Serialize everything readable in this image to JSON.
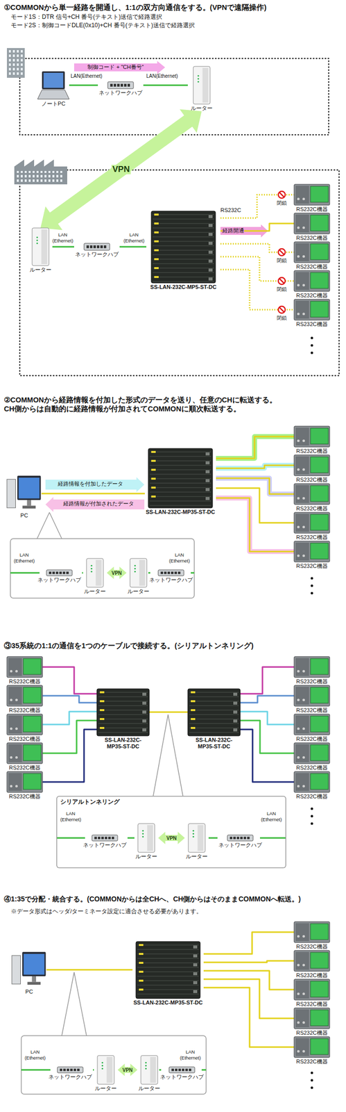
{
  "diagram": {
    "nodes": [
      {
        "text": [
          "ノートPC"
        ]
      },
      {
        "text": [
          "ネットワークハブ"
        ]
      },
      {
        "text": [
          "ルーター"
        ]
      },
      {
        "text": [
          "ルーター"
        ]
      },
      {
        "text": [
          "ネットワークハブ"
        ]
      },
      {
        "text": [
          "SS-LAN-232C-MP5-ST-DC"
        ]
      },
      {
        "text": [
          "RS232C機器"
        ]
      },
      {
        "text": [
          "RS232C機器"
        ]
      },
      {
        "text": [
          "RS232C機器"
        ]
      },
      {
        "text": [
          "RS232C機器"
        ]
      },
      {
        "text": [
          "RS232C機器"
        ]
      },
      {
        "text": [
          "PC"
        ]
      },
      {
        "text": [
          "SS-LAN-232C-MP35-ST-DC"
        ]
      },
      {
        "text": [
          "RS232C機器"
        ]
      },
      {
        "text": [
          "RS232C機器"
        ]
      },
      {
        "text": [
          "RS232C機器"
        ]
      },
      {
        "text": [
          "RS232C機器"
        ]
      },
      {
        "text": [
          "RS232C機器"
        ]
      },
      {
        "text": [
          "ネットワークハブ"
        ]
      },
      {
        "text": [
          "ルーター"
        ]
      },
      {
        "text": [
          "ルーター"
        ]
      },
      {
        "text": [
          "ネットワークハブ"
        ]
      },
      {
        "text": [
          "RS232C機器"
        ]
      },
      {
        "text": [
          "RS232C機器"
        ]
      },
      {
        "text": [
          "RS232C機器"
        ]
      },
      {
        "text": [
          "RS232C機器"
        ]
      },
      {
        "text": [
          "RS232C機器"
        ]
      },
      {
        "text": [
          "SS-LAN-232C- MP35-ST-DC"
        ]
      },
      {
        "text": [
          "SS-LAN-232C- MP35-ST-DC"
        ]
      },
      {
        "text": [
          "RS232C機器"
        ]
      },
      {
        "text": [
          "RS232C機器"
        ]
      },
      {
        "text": [
          "RS232C機器"
        ]
      },
      {
        "text": [
          "RS232C機器"
        ]
      },
      {
        "text": [
          "RS232C機器"
        ]
      },
      {
        "text": [
          "シリアルトンネリング"
        ]
      },
      {
        "text": [
          "ネットワークハブ"
        ],
        "in": 34
      },
      {
        "text": [
          "ルーター"
        ],
        "in": 34
      },
      {
        "text": [
          "ルーター"
        ],
        "in": 34
      },
      {
        "text": [
          "ネットワークハブ"
        ],
        "in": 34
      },
      {
        "text": [
          "PC"
        ]
      },
      {
        "text": [
          "SS-LAN-232C-MP35-ST-DC"
        ]
      },
      {
        "text": [
          "RS232C機器"
        ]
      },
      {
        "text": [
          "RS232C機器"
        ]
      },
      {
        "text": [
          "RS232C機器"
        ]
      },
      {
        "text": [
          "RS232C機器"
        ]
      },
      {
        "text": [
          "RS232C機器"
        ]
      },
      {
        "text": [
          "ネットワークハブ"
        ]
      },
      {
        "text": [
          "ルーター"
        ]
      },
      {
        "text": [
          "ルーター"
        ]
      },
      {
        "text": [
          "ネットワークハブ"
        ]
      }
    ],
    "edges": [
      {
        "from": 0,
        "to": 1,
        "arrow": "none"
      },
      {
        "from": 1,
        "to": 2,
        "arrow": "none"
      },
      {
        "from": 2,
        "to": 3,
        "label": "VPN",
        "arrow": "both"
      },
      {
        "from": 3,
        "to": 4,
        "arrow": "none"
      },
      {
        "from": 4,
        "to": 5,
        "arrow": "none"
      },
      {
        "from": 5,
        "to": 6,
        "arrow": "none"
      },
      {
        "from": 5,
        "to": 7,
        "arrow": "none"
      },
      {
        "from": 5,
        "to": 8,
        "arrow": "none"
      },
      {
        "from": 5,
        "to": 9,
        "arrow": "none"
      },
      {
        "from": 5,
        "to": 10,
        "arrow": "none"
      },
      {
        "from": 11,
        "to": 12,
        "arrow": "none"
      },
      {
        "from": 12,
        "to": 13,
        "arrow": "none"
      },
      {
        "from": 12,
        "to": 14,
        "arrow": "none"
      },
      {
        "from": 12,
        "to": 15,
        "arrow": "none"
      },
      {
        "from": 12,
        "to": 16,
        "arrow": "none"
      },
      {
        "from": 12,
        "to": 17,
        "arrow": "none"
      },
      {
        "from": 18,
        "to": 19,
        "arrow": "none"
      },
      {
        "from": 19,
        "to": 20,
        "label": "VPN",
        "arrow": "both"
      },
      {
        "from": 20,
        "to": 21,
        "arrow": "none"
      },
      {
        "from": 22,
        "to": 27,
        "arrow": "none"
      },
      {
        "from": 23,
        "to": 27,
        "arrow": "none"
      },
      {
        "from": 24,
        "to": 27,
        "arrow": "none"
      },
      {
        "from": 25,
        "to": 27,
        "arrow": "none"
      },
      {
        "from": 26,
        "to": 27,
        "arrow": "none"
      },
      {
        "from": 27,
        "to": 28,
        "arrow": "none"
      },
      {
        "from": 28,
        "to": 29,
        "arrow": "none"
      },
      {
        "from": 28,
        "to": 30,
        "arrow": "none"
      },
      {
        "from": 28,
        "to": 31,
        "arrow": "none"
      },
      {
        "from": 28,
        "to": 32,
        "arrow": "none"
      },
      {
        "from": 28,
        "to": 33,
        "arrow": "none"
      },
      {
        "from": 35,
        "to": 36,
        "arrow": "none"
      },
      {
        "from": 36,
        "to": 37,
        "label": "VPN",
        "arrow": "both"
      },
      {
        "from": 37,
        "to": 38,
        "arrow": "none"
      },
      {
        "from": 39,
        "to": 40,
        "arrow": "none"
      },
      {
        "from": 40,
        "to": 41,
        "arrow": "none"
      },
      {
        "from": 40,
        "to": 42,
        "arrow": "none"
      },
      {
        "from": 40,
        "to": 43,
        "arrow": "none"
      },
      {
        "from": 40,
        "to": 44,
        "arrow": "none"
      },
      {
        "from": 40,
        "to": 45,
        "arrow": "none"
      },
      {
        "from": 46,
        "to": 47,
        "arrow": "none"
      },
      {
        "from": 47,
        "to": 48,
        "label": "VPN",
        "arrow": "both"
      },
      {
        "from": 48,
        "to": 49,
        "arrow": "none"
      }
    ],
    "labels": [
      "①COMMONから単一経路を開通し、1:1の双方向通信をする。(VPNで遠隔操作)",
      "モード1S：DTR 信号+CH 番号(テキスト)送信で経路選択",
      "モード2S：制御コードDLE(0x10)+CH 番号(テキスト)送信で経路選択",
      "制御コード + \"CH番号\"",
      "LAN(Ethernet)",
      "LAN(Ethernet)",
      "LAN (Ethernet)",
      "LAN (Ethernet)",
      "RS232C",
      "経路開通",
      "閉鎖",
      "閉鎖",
      "閉鎖",
      "閉鎖",
      "②COMMONから経路情報を付加した形式のデータを送り、任意のCHに転送する。 CH側からは自動的に経路情報が付加されてCOMMONに順次転送する。",
      "経路情報を付加したデータ",
      "経路情報が付加されたデータ",
      "LAN (Ethernet)",
      "LAN (Ethernet)",
      "③35系統の1:1の通信を1つのケーブルで接続する。(シリアルトンネリング)",
      "LAN (Ethernet)",
      "LAN (Ethernet)",
      "④1:35で分配・統合する。(COMMONからは全CHへ、CH側からはそのままCOMMONへ転送。)",
      "※データ形式はヘッダ/ターミネータ設定に適合させる必要があります。",
      "LAN (Ethernet)",
      "LAN (Ethernet)"
    ]
  }
}
